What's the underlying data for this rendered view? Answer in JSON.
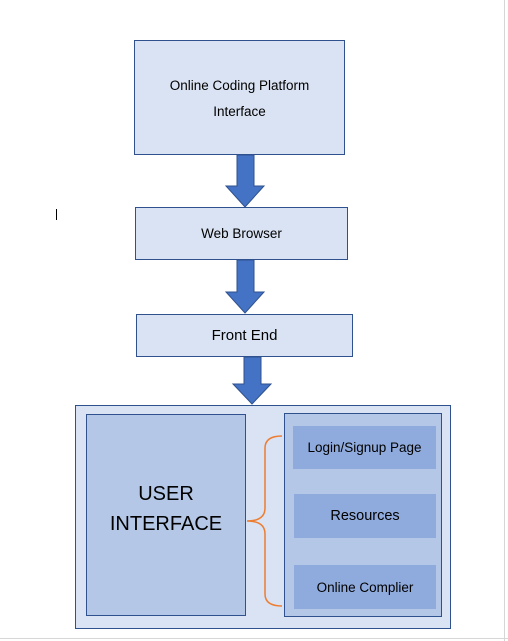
{
  "diagram": {
    "platform_box": {
      "line1": "Online Coding Platform",
      "line2": "Interface"
    },
    "browser_box": {
      "label": "Web Browser"
    },
    "frontend_box": {
      "label": "Front End"
    },
    "user_interface": {
      "line1": "USER",
      "line2": "INTERFACE"
    },
    "components": [
      {
        "label": "Login/Signup Page"
      },
      {
        "label": "Resources"
      },
      {
        "label": "Online Complier"
      }
    ]
  },
  "colors": {
    "box_fill": "#dae3f3",
    "box_border": "#2f528f",
    "arrow_fill": "#4472c4",
    "ui_fill": "#b4c7e7",
    "component_fill": "#8faadc",
    "brace": "#ed7d31"
  }
}
